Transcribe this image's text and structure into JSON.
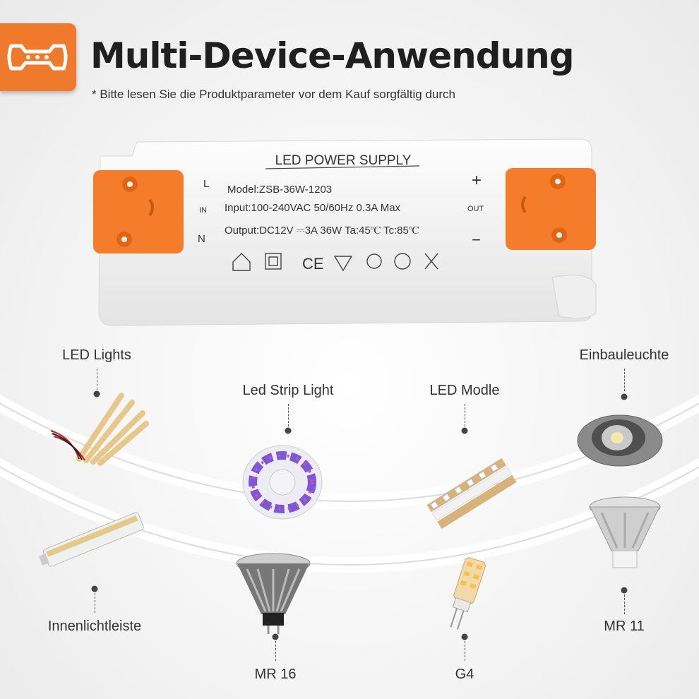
{
  "header": {
    "title": "Multi-Device-Anwendung",
    "subtitle": "* Bitte lesen Sie die Produktparameter vor dem Kauf sorgfältig durch",
    "accent": "#f07a2c"
  },
  "psu": {
    "heading": "LED POWER SUPPLY",
    "model": "Model:ZSB-36W-1203",
    "input": "Input:100-240VAC 50/60Hz 0.3A Max",
    "output": "Output:DC12V ⎓3A 36W  Ta:45℃  Tc:85℃",
    "left_l": "L",
    "left_in": "IN",
    "left_n": "N",
    "right_plus": "+",
    "right_out": "OUT",
    "right_minus": "−",
    "cert_ce": "CE",
    "terminal_color": "#f47c2a"
  },
  "devices": {
    "led_lights": "LED Lights",
    "led_strip": "Led Strip Light",
    "led_modle": "LED Modle",
    "einbauleuchte": "Einbauleuchte",
    "innenlichtleiste": "Innenlichtleiste",
    "mr16": "MR 16",
    "g4": "G4",
    "mr11": "MR 11"
  }
}
